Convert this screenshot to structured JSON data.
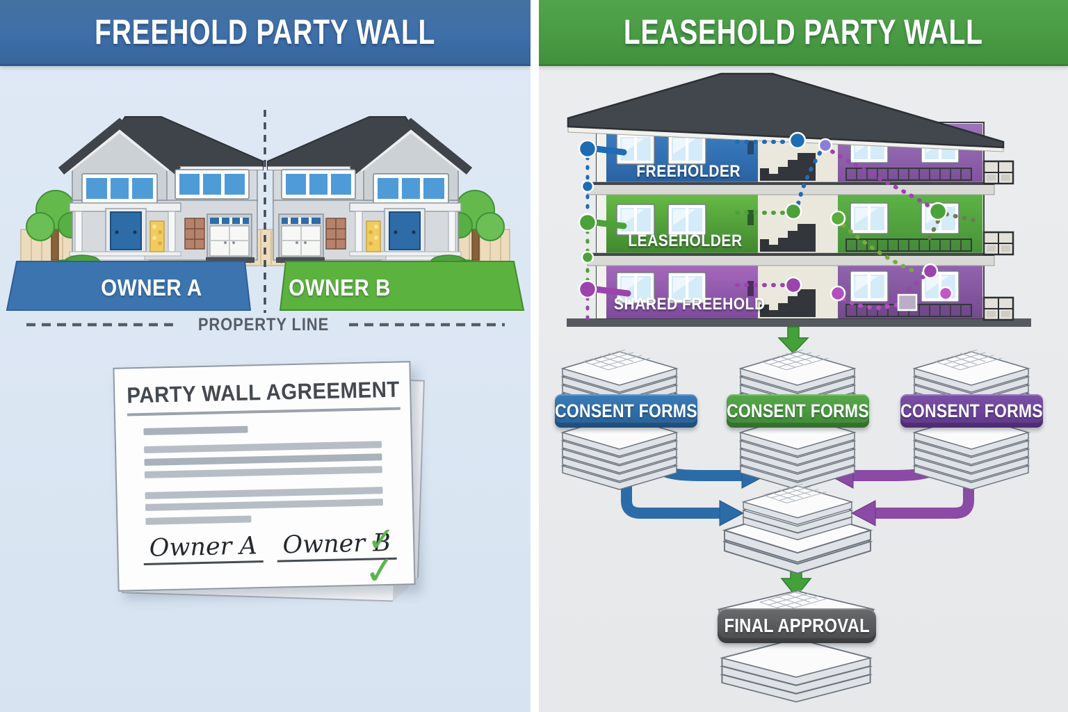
{
  "left_panel": {
    "title": "FREEHOLD PARTY WALL",
    "header_color": "#3e6fa9",
    "background_color": "#dbe6f3",
    "owner_a": {
      "label": "OWNER A",
      "territory_color": "#3b74ae"
    },
    "owner_b": {
      "label": "OWNER B",
      "territory_color": "#5cb23e"
    },
    "property_line_label": "PROPERTY LINE",
    "document": {
      "title": "PARTY WALL AGREEMENT",
      "signature_a": "Owner A",
      "signature_b": "Owner B",
      "checkmark": "✓",
      "checkmark_color": "#58b54a"
    }
  },
  "right_panel": {
    "title": "LEASEHOLD PARTY WALL",
    "header_color": "#4a9b44",
    "background_color": "#e8eaec",
    "building": {
      "floors": [
        {
          "label": "FREEHOLDER",
          "color": "#2f74b8"
        },
        {
          "label": "LEASEHOLDER",
          "color": "#4f9d3d"
        },
        {
          "label": "SHARED FREEHOLD",
          "color": "#8a56a8"
        }
      ]
    },
    "consent_forms": [
      {
        "label": "CONSENT FORMS",
        "color": "#2b6ca8"
      },
      {
        "label": "CONSENT FORMS",
        "color": "#4d9a41"
      },
      {
        "label": "CONSENT FORMS",
        "color": "#6b3f9a"
      }
    ],
    "final_approval": {
      "label": "FINAL APPROVAL",
      "color": "#57585a"
    }
  }
}
